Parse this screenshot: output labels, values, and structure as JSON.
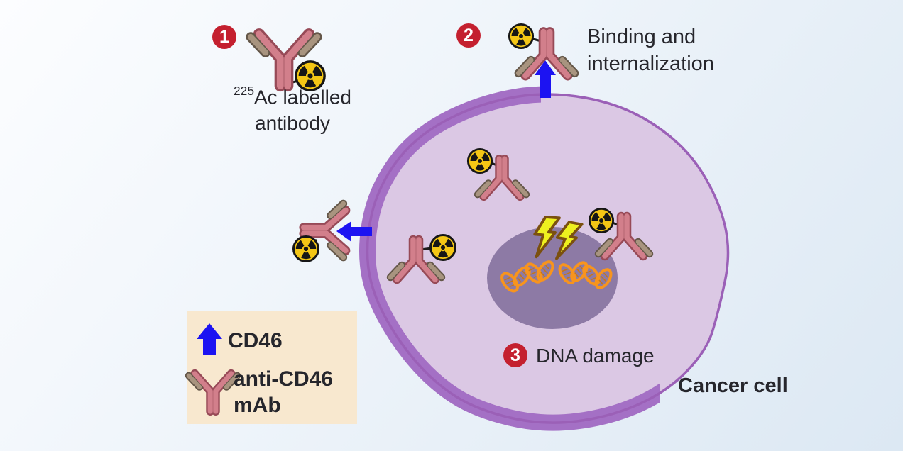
{
  "steps": [
    {
      "number": "1",
      "label_sup": "225",
      "label_rest": "Ac labelled",
      "label_line2": "antibody"
    },
    {
      "number": "2",
      "label_line1": "Binding and",
      "label_line2": "internalization"
    },
    {
      "number": "3",
      "label": "DNA damage"
    }
  ],
  "labels": {
    "cancer_cell": "Cancer cell"
  },
  "legend": {
    "cd46": "CD46",
    "mab_line1": "anti-CD46",
    "mab_line2": "mAb"
  },
  "icons": {
    "radioactive": "trefoil-in-yellow-circle",
    "antibody": "y-shaped-mab",
    "cd46_receptor": "blue-arrow",
    "dna": "orange-helix",
    "dna_damage": "lightning-bolt",
    "step_marker": "red-numbered-circle"
  },
  "colors": {
    "accent_blue": "#1c13f2",
    "badge_red": "#c4202f",
    "badge_text": "#ffffff",
    "cell_fill": "#dbc8e4",
    "cell_membrane": "#a470c5",
    "cell_outline": "#9b60b7",
    "nucleus": "#8d7aa5",
    "antibody_rose": "#d27f8b",
    "antibody_dark": "#974a57",
    "antibody_tip": "#a8947f",
    "antibody_tip_dark": "#645749",
    "rad_yellow": "#f4c615",
    "rad_black": "#161616",
    "dna_orange": "#f7941e",
    "dna_hatch": "#c87714",
    "bolt_yellow": "#eef11f",
    "bolt_outline": "#7b500f",
    "legend_bg": "#f8e8cf",
    "text_dark": "#26262c",
    "bg_top": "#fcfdff",
    "bg_bottom": "#dce8f3"
  }
}
